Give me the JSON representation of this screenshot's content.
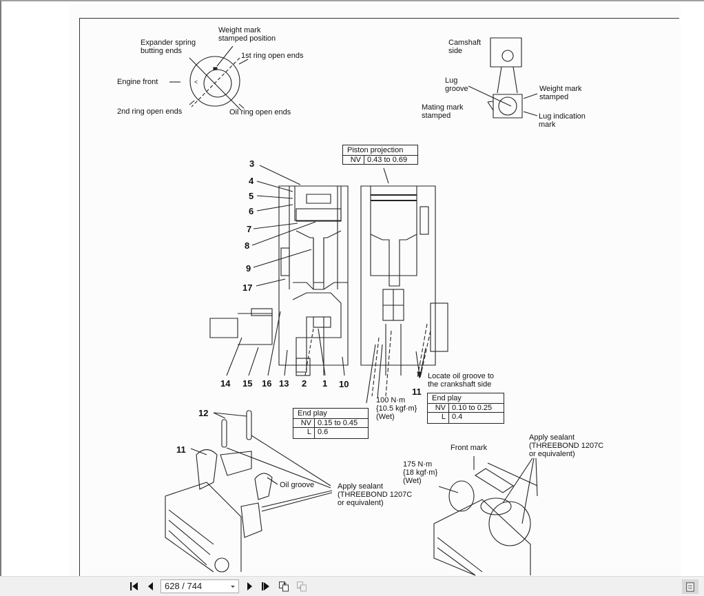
{
  "document": {
    "ring_diagram": {
      "weight_mark": "Weight mark",
      "weight_mark_2": "stamped position",
      "expander_1": "Expander spring",
      "expander_2": "butting ends",
      "first_ring": "1st ring open ends",
      "engine_front": "Engine front",
      "second_ring": "2nd ring open ends",
      "oil_ring": "Oil ring open ends"
    },
    "conrod_diagram": {
      "camshaft_1": "Camshaft",
      "camshaft_2": "side",
      "lug_1": "Lug",
      "lug_2": "groove",
      "weight_1": "Weight mark",
      "weight_2": "stamped",
      "mating_1": "Mating mark",
      "mating_2": "stamped",
      "lug_ind_1": "Lug indication",
      "lug_ind_2": "mark"
    },
    "piston_projection": {
      "title": "Piston projection",
      "key": "NV",
      "value": "0.43 to 0.69"
    },
    "callouts": [
      "3",
      "4",
      "5",
      "6",
      "7",
      "8",
      "9",
      "17",
      "14",
      "15",
      "16",
      "13",
      "2",
      "1",
      "10",
      "11",
      "12",
      "11"
    ],
    "locate_oil_1": "Locate oil groove to",
    "locate_oil_2": "the crankshaft side",
    "torque_100": {
      "l1": "100 N·m",
      "l2": "{10.5 kgf·m}",
      "l3": "(Wet)"
    },
    "end_play_left": {
      "title": "End play",
      "rows": [
        {
          "k": "NV",
          "v": "0.15 to 0.45"
        },
        {
          "k": "L",
          "v": "0.6"
        }
      ]
    },
    "end_play_right": {
      "title": "End play",
      "rows": [
        {
          "k": "NV",
          "v": "0.10 to 0.25"
        },
        {
          "k": "L",
          "v": "0.4"
        }
      ]
    },
    "oil_groove": "Oil groove",
    "sealant_left": {
      "l1": "Apply sealant",
      "l2": "(THREEBOND 1207C",
      "l3": "or equivalent)"
    },
    "sealant_right": {
      "l1": "Apply sealant",
      "l2": "(THREEBOND 1207C",
      "l3": "or equivalent)"
    },
    "front_mark": "Front mark",
    "torque_175": {
      "l1": "175 N·m",
      "l2": "{18 kgf·m}",
      "l3": "(Wet)"
    }
  },
  "toolbar": {
    "page_display": "628 / 744",
    "current_page": 628,
    "total_pages": 744,
    "buttons": [
      "first-page",
      "previous-page",
      "next-page",
      "last-page",
      "previous-view",
      "next-view",
      "page-view"
    ]
  }
}
